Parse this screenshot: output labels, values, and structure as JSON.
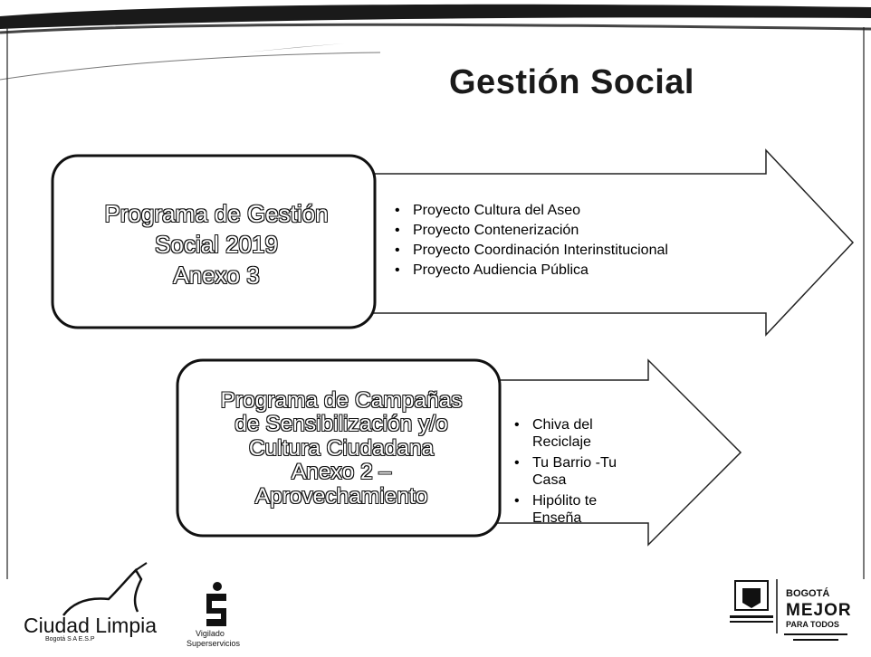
{
  "slide": {
    "title": "Gestión Social"
  },
  "program1": {
    "lines": [
      "Programa de Gestión",
      "Social 2019",
      "Anexo 3"
    ],
    "items": [
      "Proyecto Cultura del Aseo",
      "Proyecto Contenerización",
      "Proyecto Coordinación Interinstitucional",
      "Proyecto Audiencia Pública"
    ]
  },
  "program2": {
    "lines": [
      "Programa de Campañas",
      "de Sensibilización y/o",
      "Cultura Ciudadana",
      "Anexo 2 –",
      "Aprovechamiento"
    ],
    "items": [
      "Chiva del Reciclaje",
      "Tu Barrio -Tu Casa",
      "Hipólito te Enseña"
    ]
  },
  "logos": {
    "ciudad_limpia": "Ciudad Limpia",
    "ciudad_limpia_sub": "Bogotá S A E.S.P",
    "vigilado_line1": "Vigilado",
    "vigilado_line2": "Superservicios",
    "bogota_line1": "BOGOTÁ",
    "bogota_line2": "MEJOR",
    "bogota_line3": "PARA TODOS"
  },
  "colors": {
    "background": "#ffffff",
    "ink": "#111111"
  }
}
